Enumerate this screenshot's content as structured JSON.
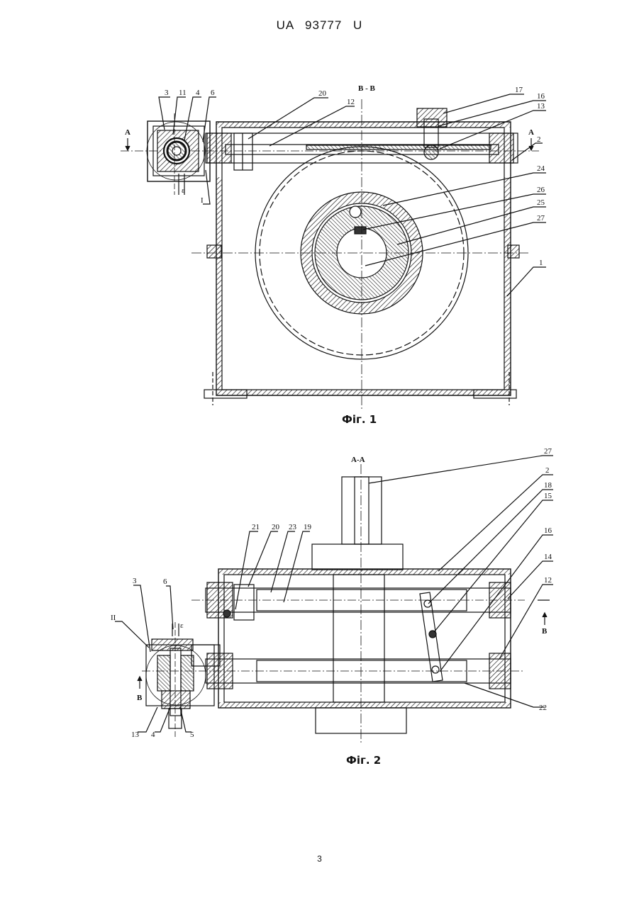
{
  "header": {
    "patent_id": "UA   93777   U"
  },
  "figure1": {
    "caption": "Фіг. 1",
    "section_title": "В - В",
    "section_marks": [
      "A",
      "A"
    ],
    "detail_marks": [
      "I",
      "ε"
    ],
    "labels": [
      "3",
      "11",
      "4",
      "6",
      "20",
      "12",
      "17",
      "16",
      "13",
      "2",
      "24",
      "26",
      "25",
      "27",
      "1"
    ]
  },
  "figure2": {
    "caption": "Фіг. 2",
    "section_title": "A-A",
    "section_marks": [
      "B",
      "B"
    ],
    "detail_marks": [
      "II",
      "ε"
    ],
    "labels": [
      "27",
      "2",
      "18",
      "15",
      "16",
      "14",
      "12",
      "21",
      "20",
      "23",
      "19",
      "3",
      "6",
      "13",
      "4",
      "5",
      "22"
    ]
  },
  "footer": {
    "page_number": "3"
  }
}
